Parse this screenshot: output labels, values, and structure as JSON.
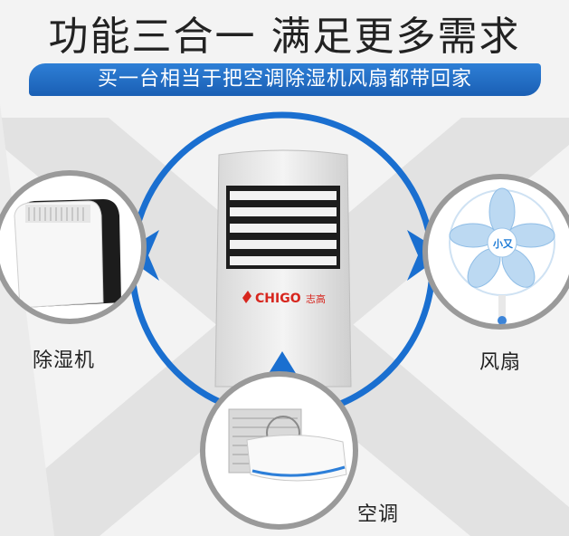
{
  "title": "功能三合一 满足更多需求",
  "subtitle": "买一台相当于把空调除湿机风扇都带回家",
  "brand": {
    "name": "CHIGO",
    "cn": "志高"
  },
  "fan_logo": "小又",
  "functions": [
    {
      "label": "除湿机",
      "icon": "dehumidifier-icon"
    },
    {
      "label": "风扇",
      "icon": "fan-icon"
    },
    {
      "label": "空调",
      "icon": "air-conditioner-icon"
    }
  ],
  "colors": {
    "accent": "#1a6fd0",
    "banner": "#1f66c1",
    "ring": "#9a9a9a",
    "brand_red": "#d7261e"
  }
}
